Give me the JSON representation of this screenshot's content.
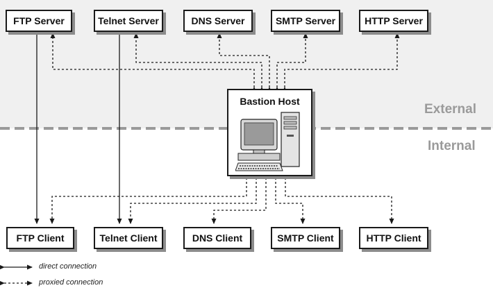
{
  "zones": {
    "external": "External",
    "internal": "Internal"
  },
  "servers": [
    {
      "label": "FTP Server"
    },
    {
      "label": "Telnet Server"
    },
    {
      "label": "DNS Server"
    },
    {
      "label": "SMTP Server"
    },
    {
      "label": "HTTP Server"
    }
  ],
  "clients": [
    {
      "label": "FTP Client"
    },
    {
      "label": "Telnet Client"
    },
    {
      "label": "DNS Client"
    },
    {
      "label": "SMTP Client"
    },
    {
      "label": "HTTP Client"
    }
  ],
  "bastion": {
    "title": "Bastion Host",
    "icon": "computer-icon"
  },
  "legend": {
    "direct": "direct connection",
    "proxied": "proxied connection"
  },
  "colors": {
    "external_zone": "#f0f0f0",
    "zone_label": "#9a9a9a",
    "divider": "#9a9a9a",
    "line": "#1a1a1a"
  }
}
